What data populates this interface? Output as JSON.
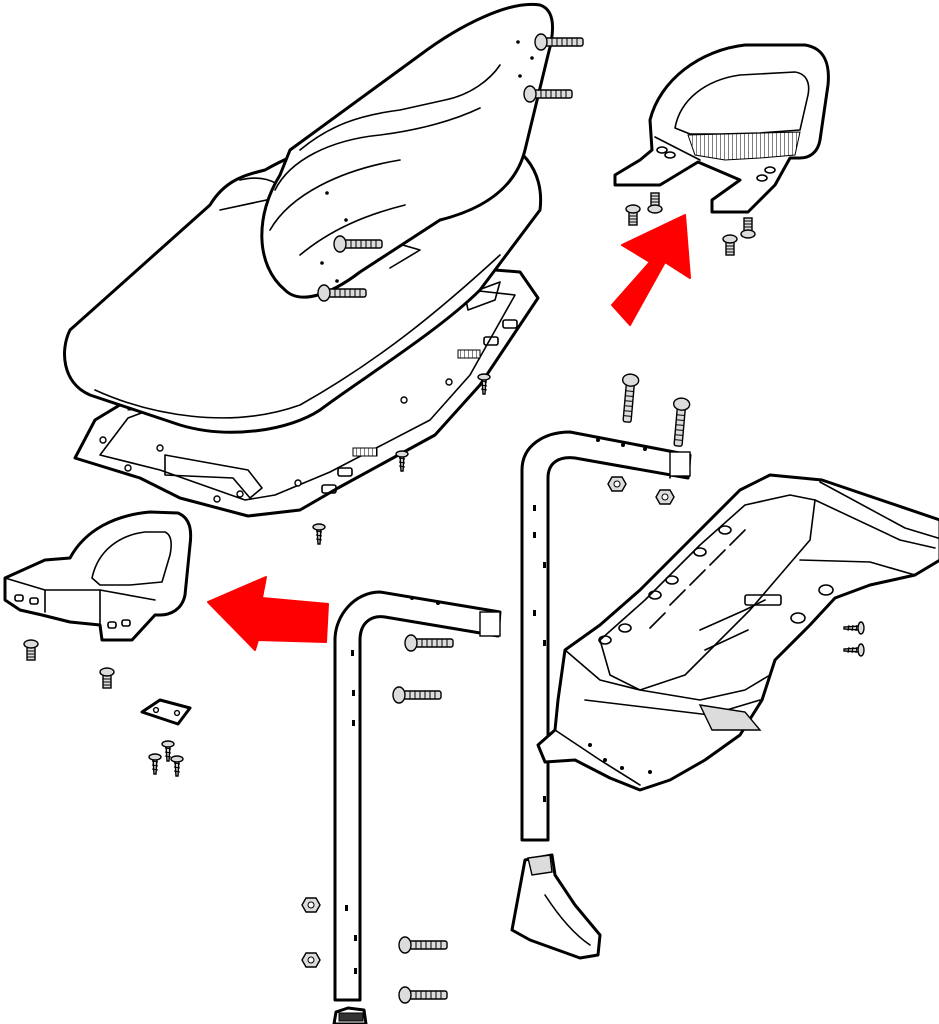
{
  "diagram": {
    "colors": {
      "arrow": "#ff0000",
      "outline": "#000000",
      "fill": "#ffffff",
      "hardware": "#dcdcdc"
    },
    "parts": [
      {
        "id": "seat-back-cushion",
        "icon": "cushion"
      },
      {
        "id": "seat-bottom-cushion",
        "icon": "cushion"
      },
      {
        "id": "seat-base-plate",
        "icon": "plate"
      },
      {
        "id": "rear-hip-restraint",
        "icon": "handle"
      },
      {
        "id": "front-hip-restraint",
        "icon": "handle"
      },
      {
        "id": "left-seat-support-tube",
        "icon": "tube"
      },
      {
        "id": "right-seat-support-tube",
        "icon": "tube"
      },
      {
        "id": "rear-body-tub",
        "icon": "tub"
      },
      {
        "id": "tube-end-foot",
        "icon": "foot"
      },
      {
        "id": "hinge-bracket",
        "icon": "bracket"
      }
    ],
    "callout_arrows": [
      {
        "id": "arrow-up-right",
        "direction": "up-right"
      },
      {
        "id": "arrow-left",
        "direction": "left"
      }
    ]
  }
}
